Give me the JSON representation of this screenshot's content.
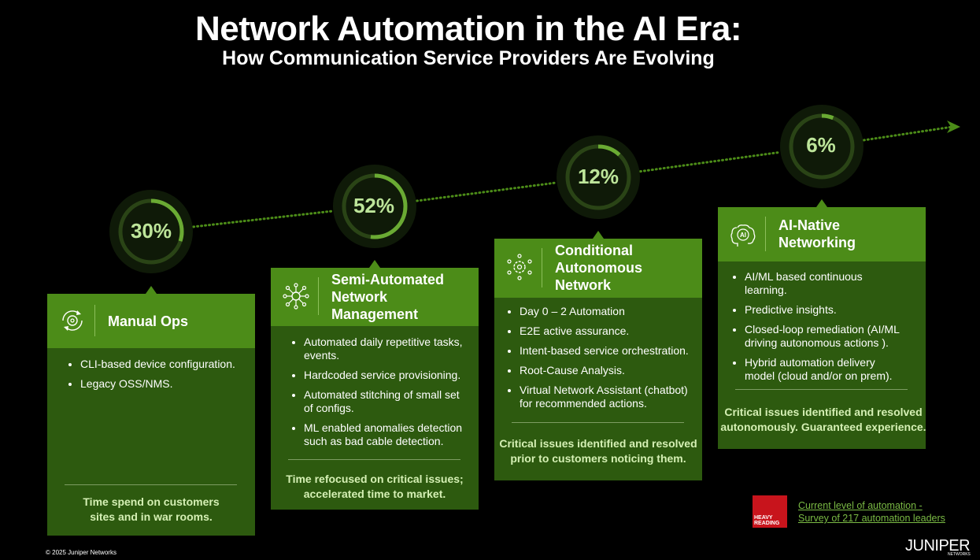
{
  "title": "Network Automation in the AI Era:",
  "subtitle": "How Communication Service Providers Are Evolving",
  "stages": [
    {
      "percent": "30%",
      "value": 30,
      "icon": "gear-cycle-icon",
      "title_lines": [
        "Manual Ops"
      ],
      "bullets": [
        [
          "CLI-based device configuration."
        ],
        [
          "Legacy OSS/NMS."
        ]
      ],
      "footer": [
        "Time spend on customers",
        "sites and in war rooms."
      ]
    },
    {
      "percent": "52%",
      "value": 52,
      "icon": "network-hub-icon",
      "title_lines": [
        "Semi-Automated",
        "Network",
        "Management"
      ],
      "bullets": [
        [
          "Automated daily repetitive tasks,",
          "events."
        ],
        [
          "Hardcoded service provisioning."
        ],
        [
          "Automated stitching of small set",
          "of configs."
        ],
        [
          "ML enabled anomalies detection",
          "such as bad cable detection."
        ]
      ],
      "footer": [
        "Time refocused on critical issues;",
        "accelerated time to market."
      ]
    },
    {
      "percent": "12%",
      "value": 12,
      "icon": "gear-nodes-icon",
      "title_lines": [
        "Conditional",
        "Autonomous",
        "Network"
      ],
      "bullets": [
        [
          "Day 0 – 2 Automation"
        ],
        [
          "E2E active assurance."
        ],
        [
          "Intent-based service orchestration."
        ],
        [
          "Root-Cause Analysis."
        ],
        [
          "Virtual Network Assistant (chatbot)",
          "for recommended actions."
        ]
      ],
      "footer": [
        "Critical issues identified and resolved",
        "prior to customers noticing them."
      ]
    },
    {
      "percent": "6%",
      "value": 6,
      "icon": "ai-brain-icon",
      "title_lines": [
        "AI-Native",
        "Networking"
      ],
      "bullets": [
        [
          "AI/ML based continuous",
          "learning."
        ],
        [
          "Predictive insights."
        ],
        [
          "Closed-loop remediation (AI/ML",
          "driving autonomous actions )."
        ],
        [
          "Hybrid automation delivery",
          "model (cloud and/or on prem)."
        ]
      ],
      "footer": [
        "Critical issues identified and resolved",
        "autonomously. Guaranteed experience."
      ]
    }
  ],
  "source_link": [
    "Current level of automation -",
    "Survey of 217 automation leaders"
  ],
  "logo_text": "HEAVY READING",
  "brand": "JUNIPER",
  "brand_sub": "NETWORKS",
  "copyright": "© 2025 Juniper Networks",
  "colors": {
    "background": "#000000",
    "card_body": "#2d5a0f",
    "card_head": "#4c8c18",
    "accent": "#7aba44",
    "ring_text": "#bde59a"
  }
}
